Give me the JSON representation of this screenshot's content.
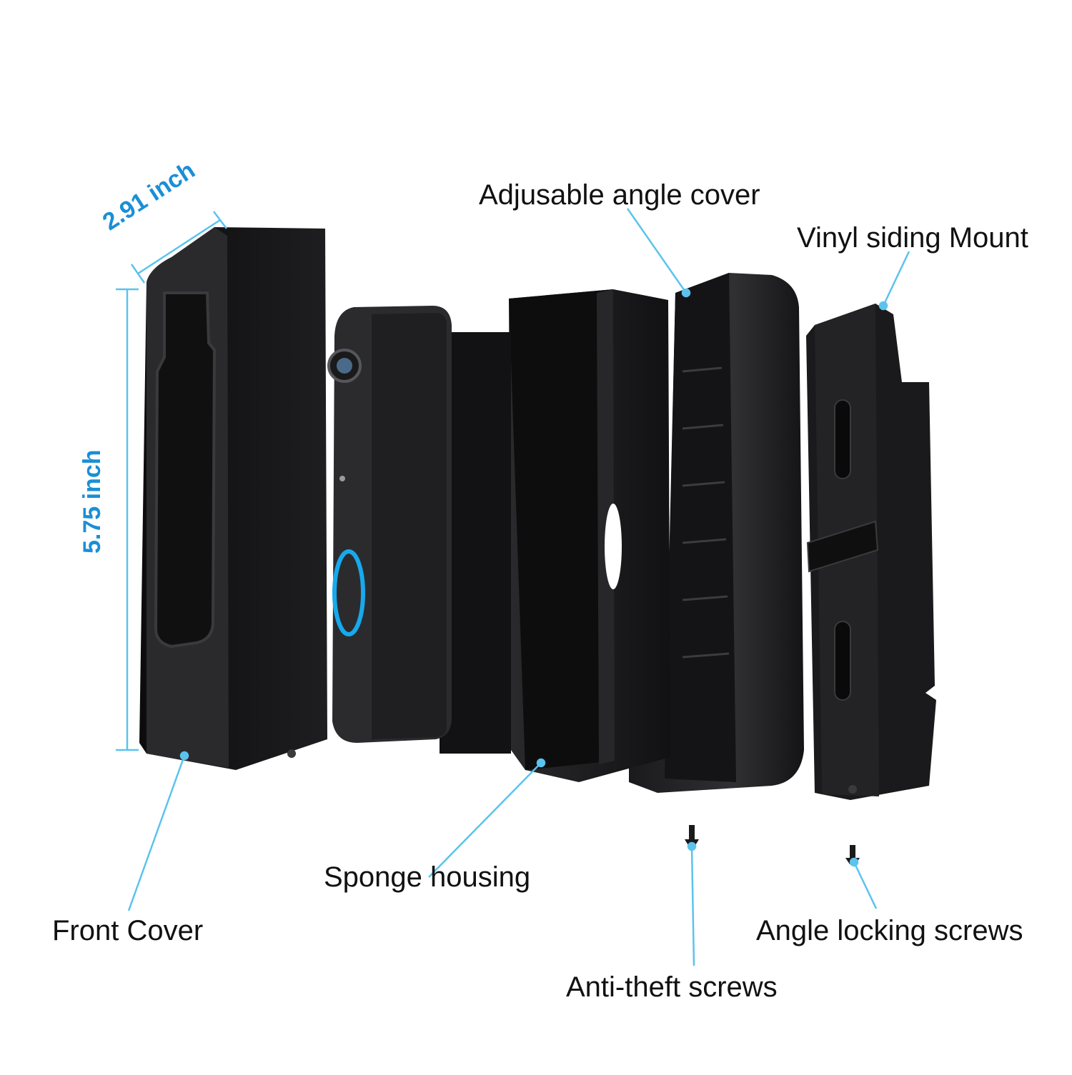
{
  "labels": {
    "adjustable_angle_cover": "Adjusable angle cover",
    "vinyl_siding_mount": "Vinyl siding Mount",
    "sponge_housing": "Sponge housing",
    "front_cover": "Front Cover",
    "angle_locking_screws": "Angle locking screws",
    "anti_theft_screws": "Anti-theft screws"
  },
  "dimensions": {
    "width": "2.91 inch",
    "height": "5.75 inch"
  },
  "colors": {
    "leader_line": "#5bc3ee",
    "dimension_text": "#1a8fd6",
    "part_body": "#1c1c1e",
    "doorbell_ring": "#17a9ec"
  }
}
